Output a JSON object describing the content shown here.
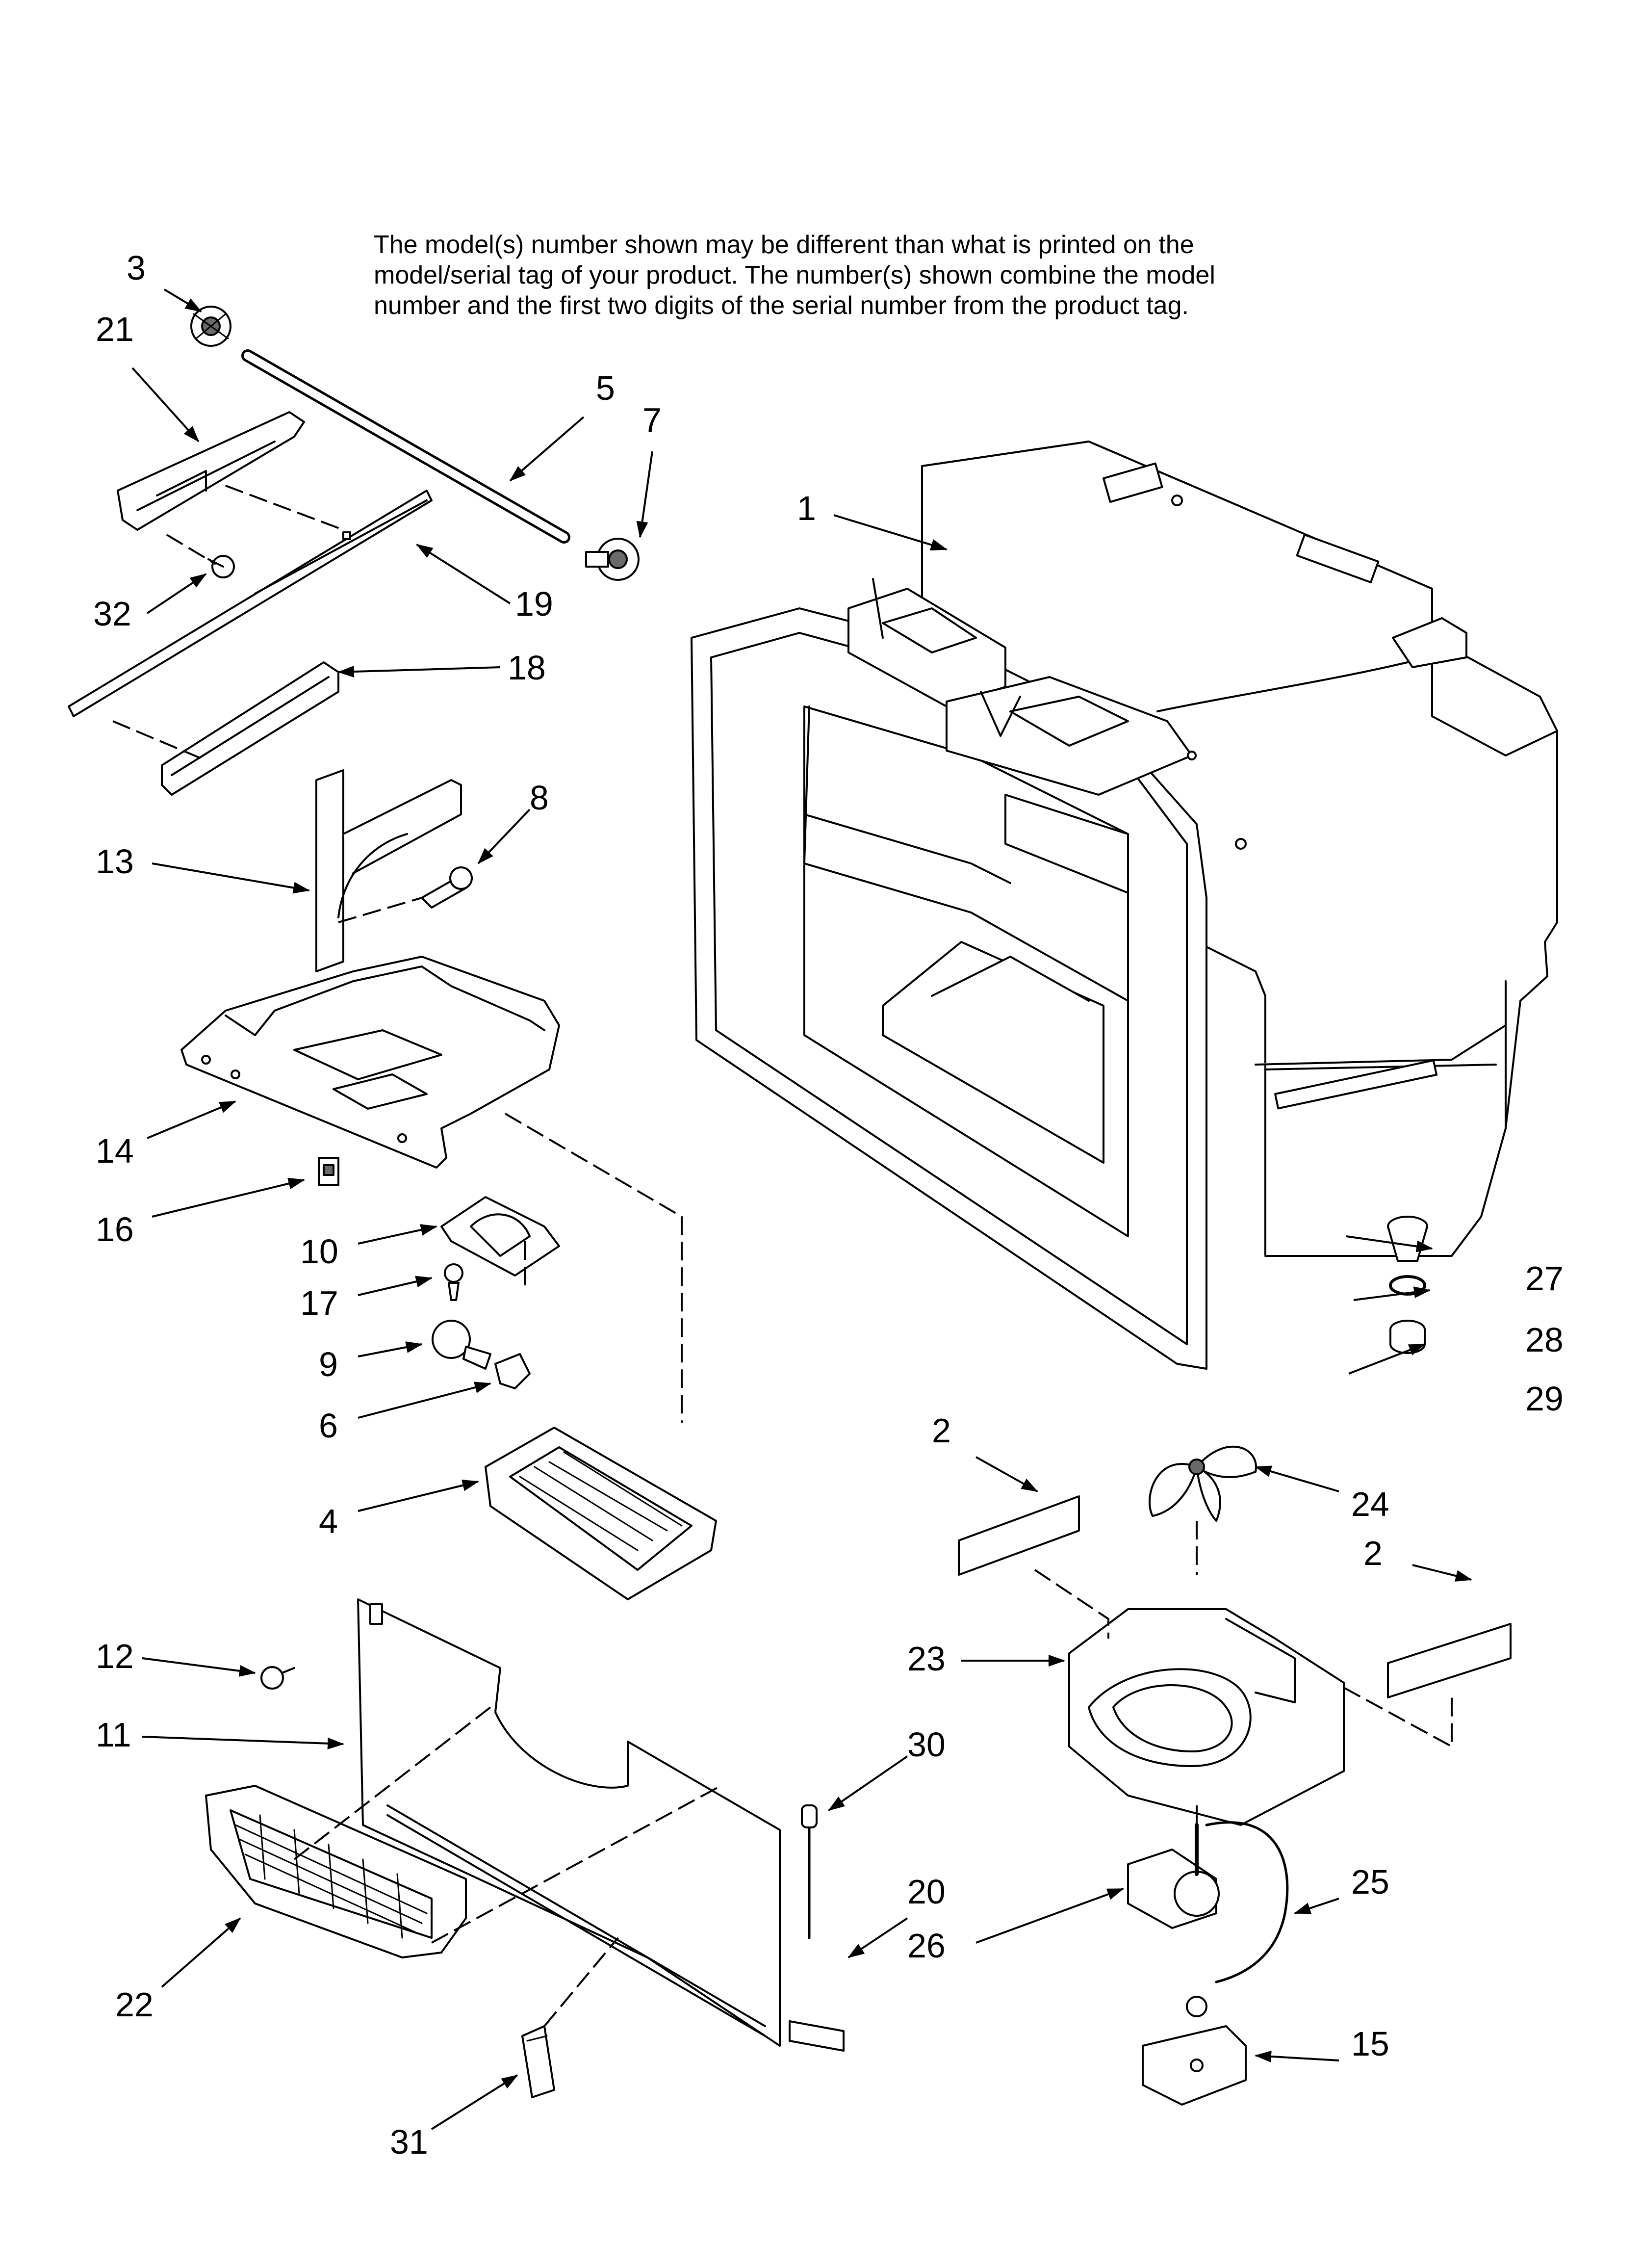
{
  "note": {
    "lines": [
      "The model(s) number shown may be different than what is printed on the",
      "model/serial tag of your product. The number(s) shown combine the model",
      "number and the first two digits of the serial number from the product tag."
    ]
  },
  "callouts": {
    "c1": "1",
    "c2a": "2",
    "c2b": "2",
    "c3": "3",
    "c4": "4",
    "c5": "5",
    "c6": "6",
    "c7": "7",
    "c8": "8",
    "c9": "9",
    "c10": "10",
    "c11": "11",
    "c12": "12",
    "c13": "13",
    "c14": "14",
    "c15": "15",
    "c16": "16",
    "c17": "17",
    "c18": "18",
    "c19": "19",
    "c20": "20",
    "c21": "21",
    "c22": "22",
    "c23": "23",
    "c24": "24",
    "c25": "25",
    "c26": "26",
    "c27": "27",
    "c28": "28",
    "c29": "29",
    "c30": "30",
    "c31": "31",
    "c32": "32"
  },
  "colors": {
    "line": "#000000",
    "background": "#ffffff",
    "fill_light": "#ffffff",
    "fill_dark": "#6a6a6a"
  }
}
